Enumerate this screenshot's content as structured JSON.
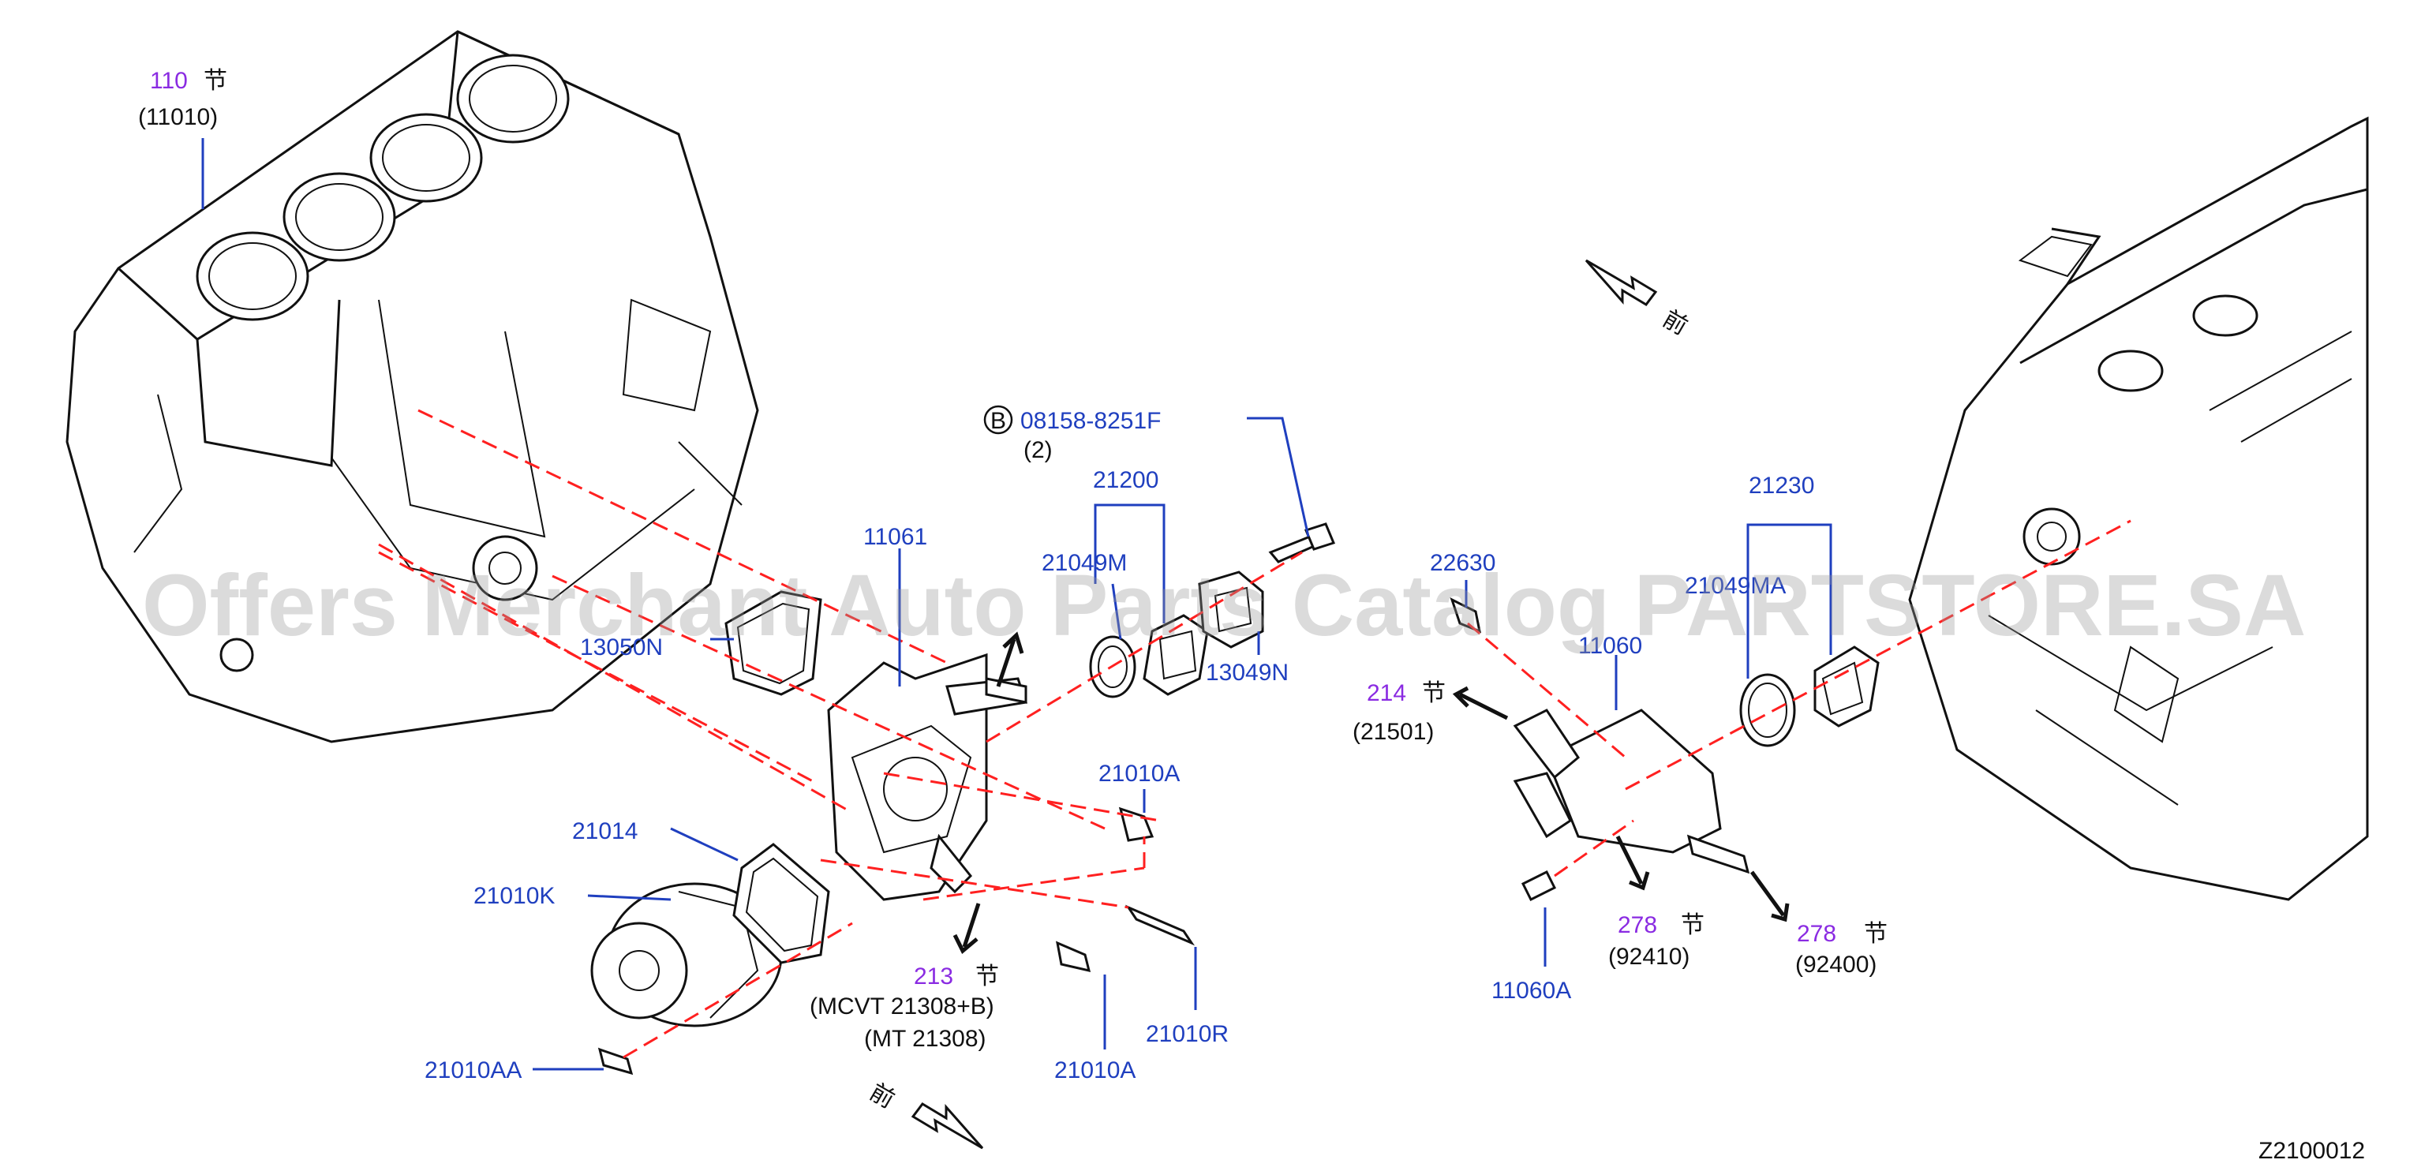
{
  "callouts": [
    {
      "id": "c110",
      "num": "110",
      "sym": "节",
      "sub": "(11010)",
      "num_color": "purple"
    },
    {
      "id": "c08158",
      "circled": "B",
      "num": "08158-8251F",
      "sub": "(2)",
      "num_color": "blue"
    },
    {
      "id": "c21200",
      "num": "21200",
      "num_color": "blue"
    },
    {
      "id": "c21049M",
      "num": "21049M",
      "num_color": "blue"
    },
    {
      "id": "c11061",
      "num": "11061",
      "num_color": "blue"
    },
    {
      "id": "c13050N",
      "num": "13050N",
      "num_color": "blue"
    },
    {
      "id": "c13049N",
      "num": "13049N",
      "num_color": "blue"
    },
    {
      "id": "c21010A_top",
      "num": "21010A",
      "num_color": "blue"
    },
    {
      "id": "c21014",
      "num": "21014",
      "num_color": "blue"
    },
    {
      "id": "c21010K",
      "num": "21010K",
      "num_color": "blue"
    },
    {
      "id": "c213",
      "num": "213",
      "sym": "节",
      "sub1": "(MCVT   21308+B)",
      "sub2": "(MT   21308)",
      "num_color": "purple"
    },
    {
      "id": "c21010R",
      "num": "21010R",
      "num_color": "blue"
    },
    {
      "id": "c21010A_bot",
      "num": "21010A",
      "num_color": "blue"
    },
    {
      "id": "c21010AA",
      "num": "21010AA",
      "num_color": "blue"
    },
    {
      "id": "c22630",
      "num": "22630",
      "num_color": "blue"
    },
    {
      "id": "c21230",
      "num": "21230",
      "num_color": "blue"
    },
    {
      "id": "c21049MA",
      "num": "21049MA",
      "num_color": "blue"
    },
    {
      "id": "c11060",
      "num": "11060",
      "num_color": "blue"
    },
    {
      "id": "c214",
      "num": "214",
      "sym": "节",
      "sub": "(21501)",
      "num_color": "purple"
    },
    {
      "id": "c278a",
      "num": "278",
      "sym": "节",
      "sub": "(92410)",
      "num_color": "purple"
    },
    {
      "id": "c278b",
      "num": "278",
      "sym": "节",
      "sub": "(92400)",
      "num_color": "purple"
    },
    {
      "id": "c11060A",
      "num": "11060A",
      "num_color": "blue"
    }
  ],
  "front_label": "前",
  "watermark": "Offers Merchant Auto Parts Catalog PARTSTORE.SA",
  "diagram_code": "Z2100012",
  "colors": {
    "blue": "#1f3fbf",
    "purple": "#8a2be2",
    "dash": "#ff2020",
    "line": "#111111"
  }
}
